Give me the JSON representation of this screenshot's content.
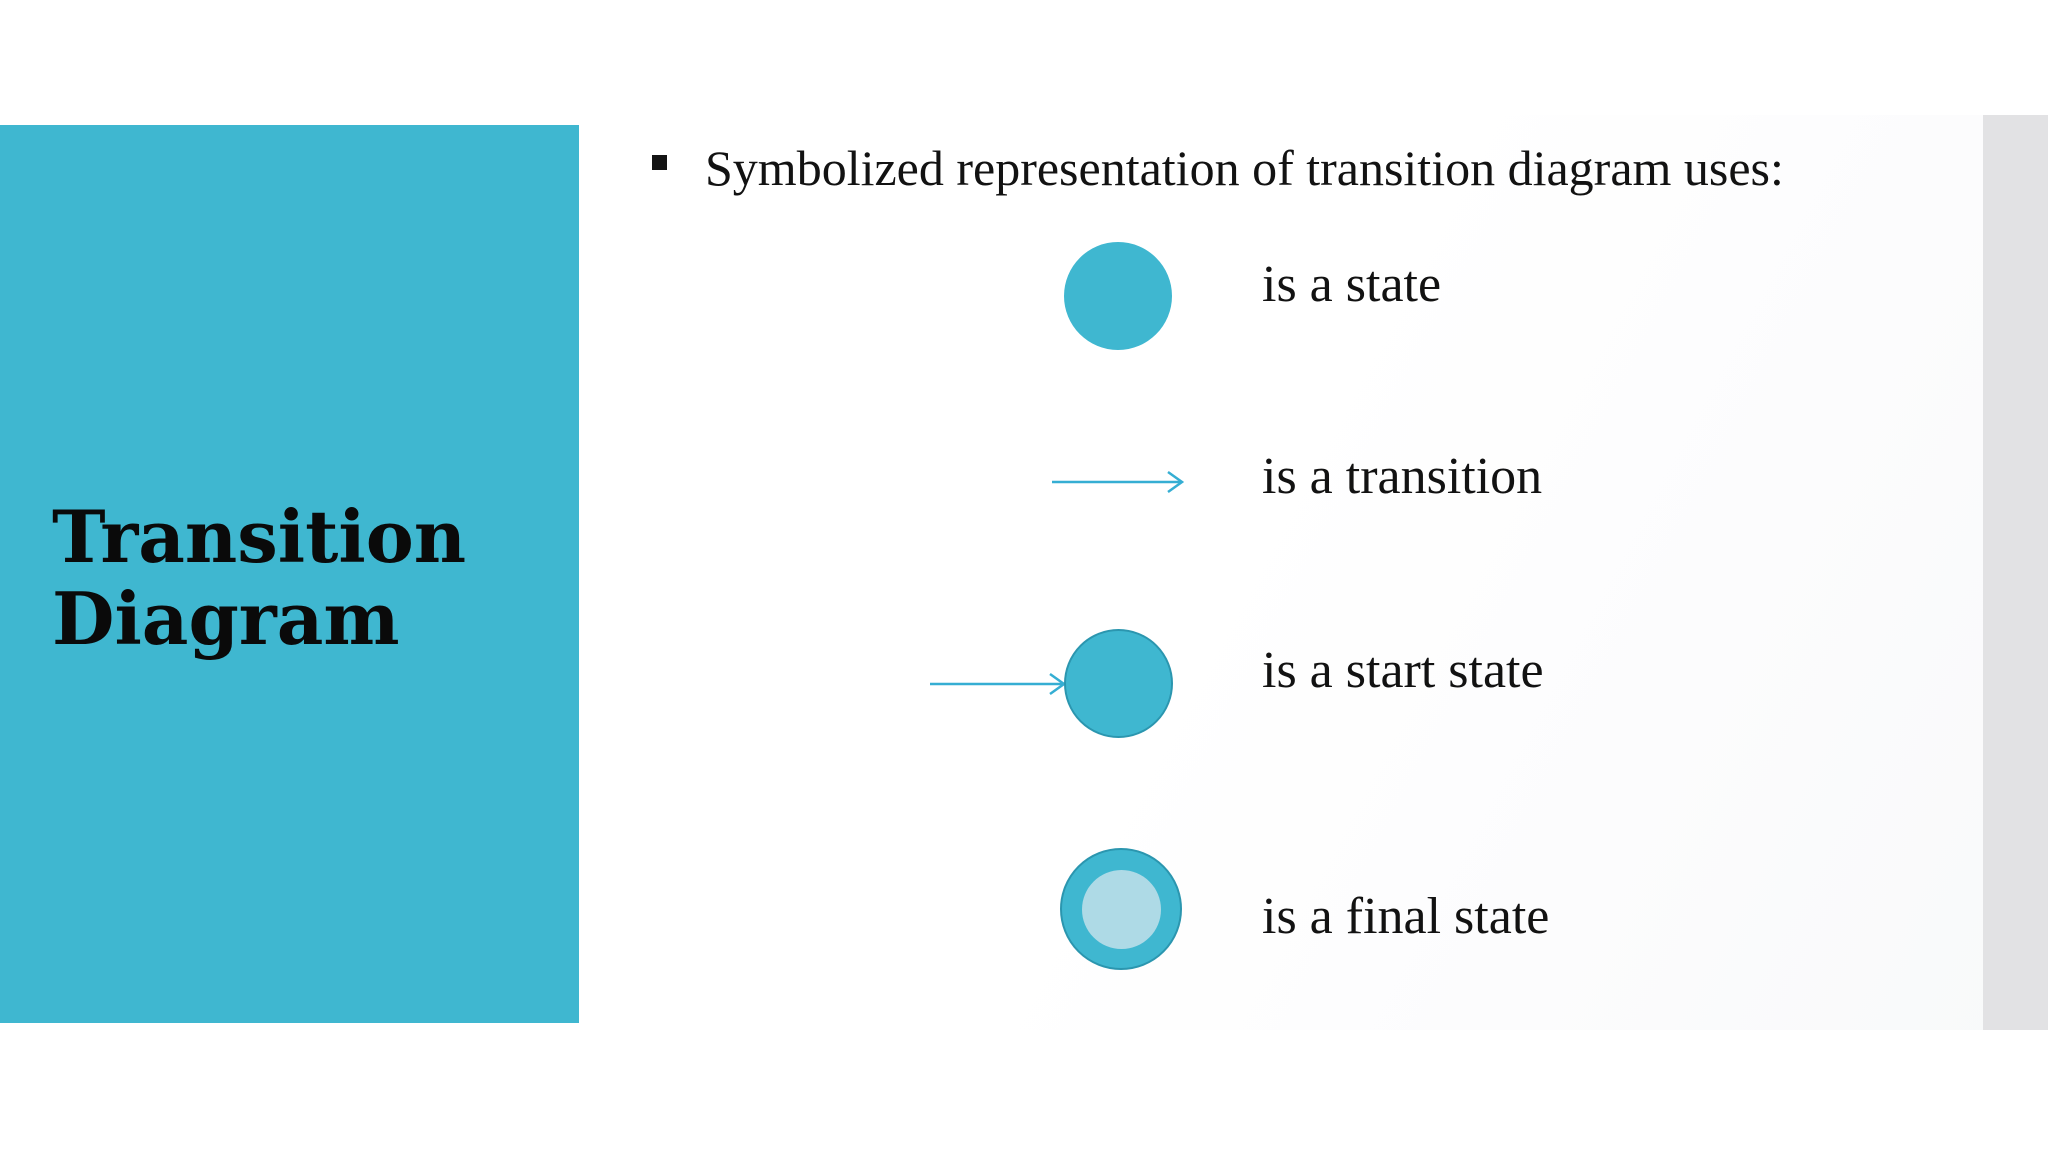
{
  "slide": {
    "title": {
      "line1": "Transition",
      "line2": "Diagram"
    },
    "bullet": {
      "text": "Symbolized representation of transition diagram uses:"
    },
    "legend": {
      "rows": [
        {
          "symbol": "state-circle",
          "label": "is a state"
        },
        {
          "symbol": "transition-arrow",
          "label": "is a transition"
        },
        {
          "symbol": "start-state-arrow-circle",
          "label": "is a start state"
        },
        {
          "symbol": "final-state-double-circle",
          "label": "is a final state"
        }
      ]
    },
    "colors": {
      "teal": "#3FB7D0",
      "teal_dark": "#2B96AF",
      "arrow": "#35AED3",
      "final_inner": "#AEDAE6",
      "gray_bar": "#E2E2E4",
      "ink": "#121212"
    }
  }
}
